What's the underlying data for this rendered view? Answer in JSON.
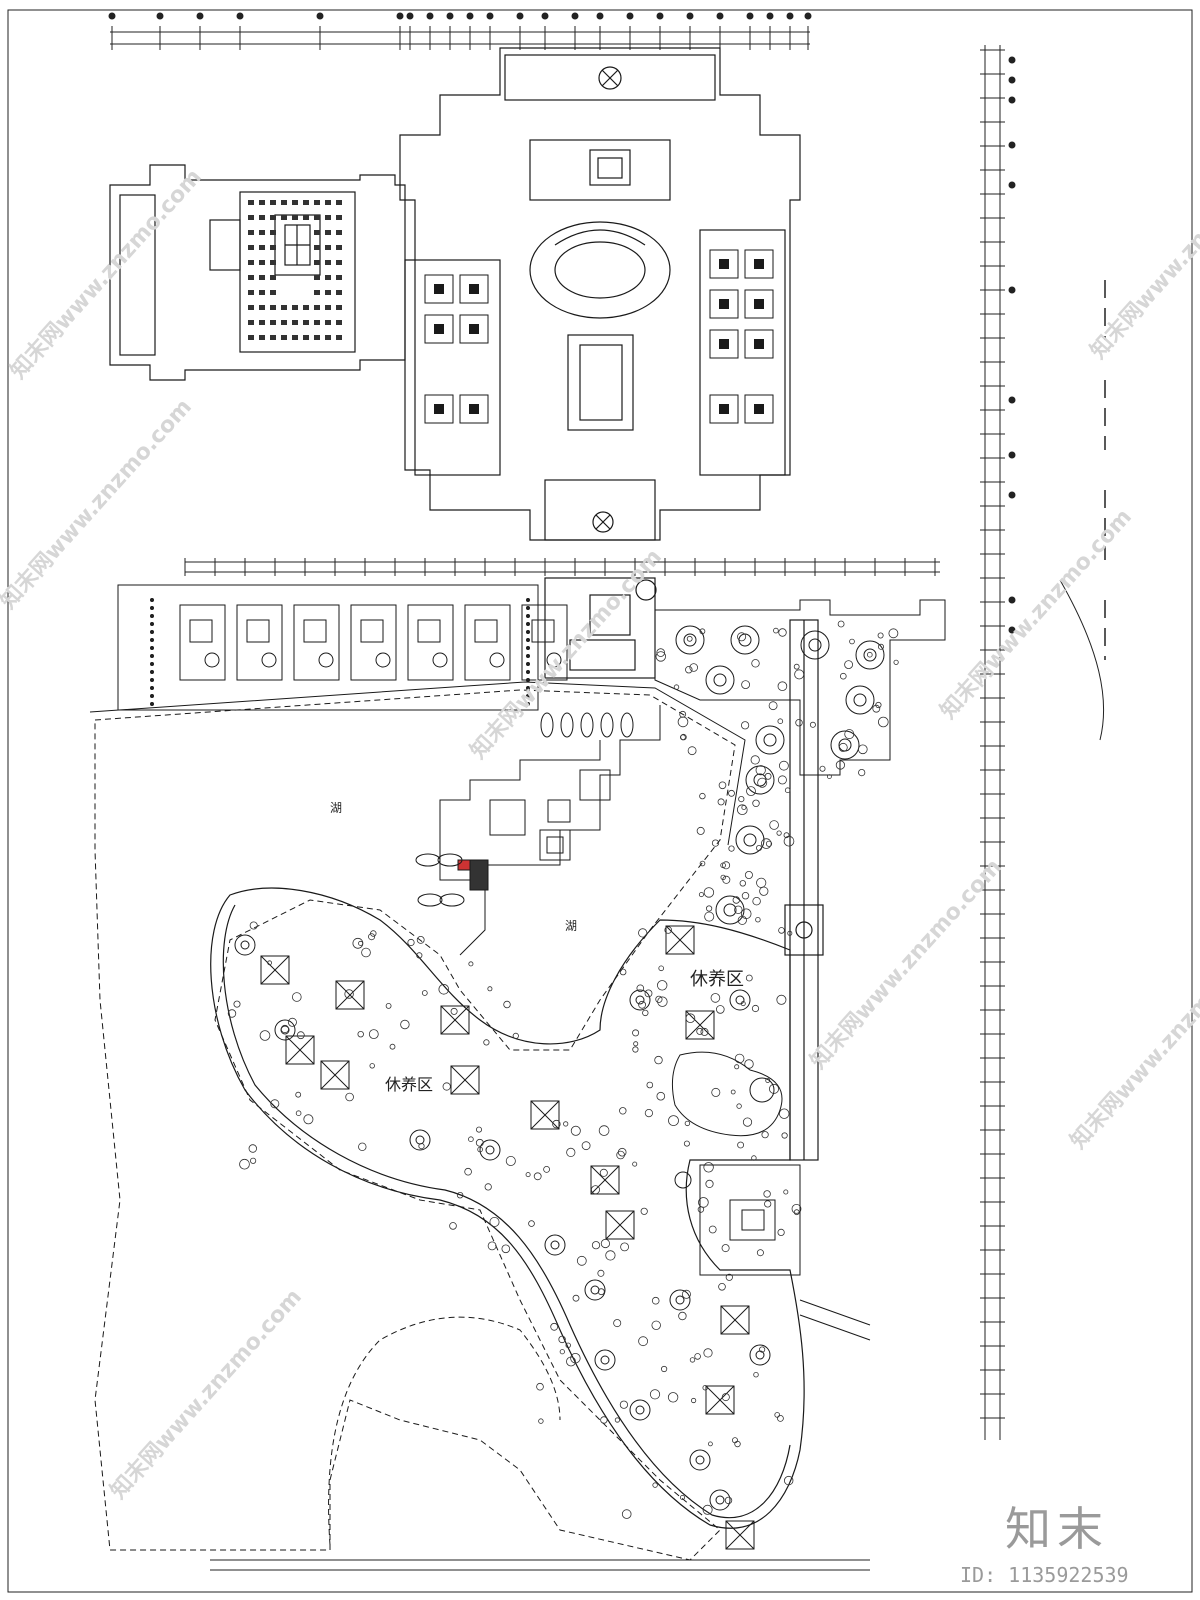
{
  "labels": {
    "north_lake": "湖",
    "center_lake": "湖",
    "east_zone": "休养区",
    "west_zone": "休养区"
  },
  "watermark": {
    "logo": "知末",
    "id": "ID: 1135922539",
    "diagonal": "知末网www.znzmo.com"
  },
  "colors": {
    "line": "#1a1a1a",
    "watermark": "#9a9a9a"
  }
}
